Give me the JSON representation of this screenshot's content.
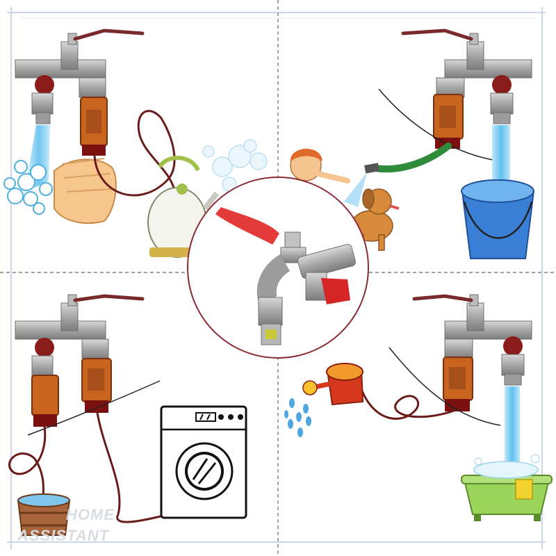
{
  "watermark": {
    "line1": "HOME",
    "line2": "ASSISTANT"
  },
  "panels": [
    {
      "name": "hand-washing-and-kettle"
    },
    {
      "name": "child-bathing-dog-and-bucket"
    },
    {
      "name": "wooden-tub-and-washing-machine"
    },
    {
      "name": "watering-can-and-bathtub"
    }
  ],
  "colors": {
    "faucet_body": "#a9a9a9",
    "handle_red": "#8a1c1c",
    "connector_orange": "#c8641e",
    "hose": "#6b1a1a",
    "water": "#8fd3f2",
    "bucket_blue": "#3a7fd6",
    "bathtub_green": "#9bd45a"
  }
}
